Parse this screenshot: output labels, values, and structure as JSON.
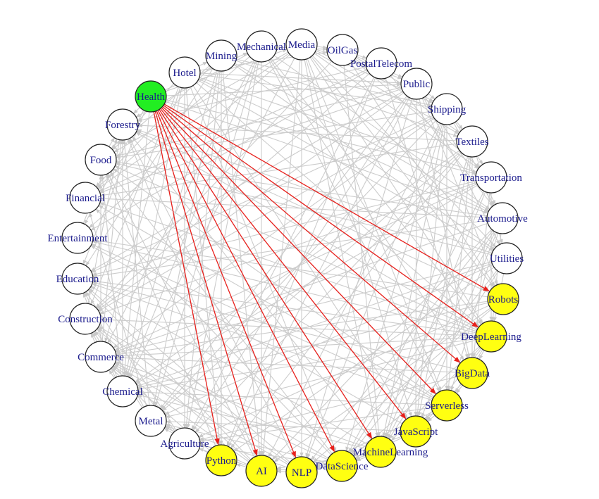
{
  "colors": {
    "background": "#ffffff",
    "edge_default": "#cccccc",
    "edge_highlight": "#e8201c",
    "node_default_fill": "#ffffff",
    "node_source_fill": "#22ee22",
    "node_target_fill": "#ffff11",
    "node_stroke": "#222222",
    "label": "#1a1a8c"
  },
  "graph": {
    "source": "Health",
    "nodes": [
      {
        "id": "Health",
        "role": "source"
      },
      {
        "id": "Hotel",
        "role": "default"
      },
      {
        "id": "Mining",
        "role": "default"
      },
      {
        "id": "Mechanical",
        "role": "default"
      },
      {
        "id": "Media",
        "role": "default"
      },
      {
        "id": "OilGas",
        "role": "default"
      },
      {
        "id": "PostalTelecom",
        "role": "default"
      },
      {
        "id": "Public",
        "role": "default"
      },
      {
        "id": "Shipping",
        "role": "default"
      },
      {
        "id": "Textiles",
        "role": "default"
      },
      {
        "id": "Transportation",
        "role": "default"
      },
      {
        "id": "Automotive",
        "role": "default"
      },
      {
        "id": "Utilities",
        "role": "default"
      },
      {
        "id": "Robots",
        "role": "target"
      },
      {
        "id": "DeepLearning",
        "role": "target"
      },
      {
        "id": "BigData",
        "role": "target"
      },
      {
        "id": "Serverless",
        "role": "target"
      },
      {
        "id": "JavaScript",
        "role": "target"
      },
      {
        "id": "MachineLearning",
        "role": "target"
      },
      {
        "id": "DataScience",
        "role": "target"
      },
      {
        "id": "NLP",
        "role": "target"
      },
      {
        "id": "AI",
        "role": "target"
      },
      {
        "id": "Python",
        "role": "target"
      },
      {
        "id": "Agriculture",
        "role": "default"
      },
      {
        "id": "Metal",
        "role": "default"
      },
      {
        "id": "Chemical",
        "role": "default"
      },
      {
        "id": "Commerce",
        "role": "default"
      },
      {
        "id": "Construction",
        "role": "default"
      },
      {
        "id": "Education",
        "role": "default"
      },
      {
        "id": "Entertainment",
        "role": "default"
      },
      {
        "id": "Financial",
        "role": "default"
      },
      {
        "id": "Food",
        "role": "default"
      },
      {
        "id": "Forestry",
        "role": "default"
      }
    ],
    "highlighted_edges": [
      {
        "from": "Health",
        "to": "Robots"
      },
      {
        "from": "Health",
        "to": "DeepLearning"
      },
      {
        "from": "Health",
        "to": "BigData"
      },
      {
        "from": "Health",
        "to": "Serverless"
      },
      {
        "from": "Health",
        "to": "JavaScript"
      },
      {
        "from": "Health",
        "to": "MachineLearning"
      },
      {
        "from": "Health",
        "to": "DataScience"
      },
      {
        "from": "Health",
        "to": "NLP"
      },
      {
        "from": "Health",
        "to": "AI"
      },
      {
        "from": "Health",
        "to": "Python"
      }
    ]
  }
}
